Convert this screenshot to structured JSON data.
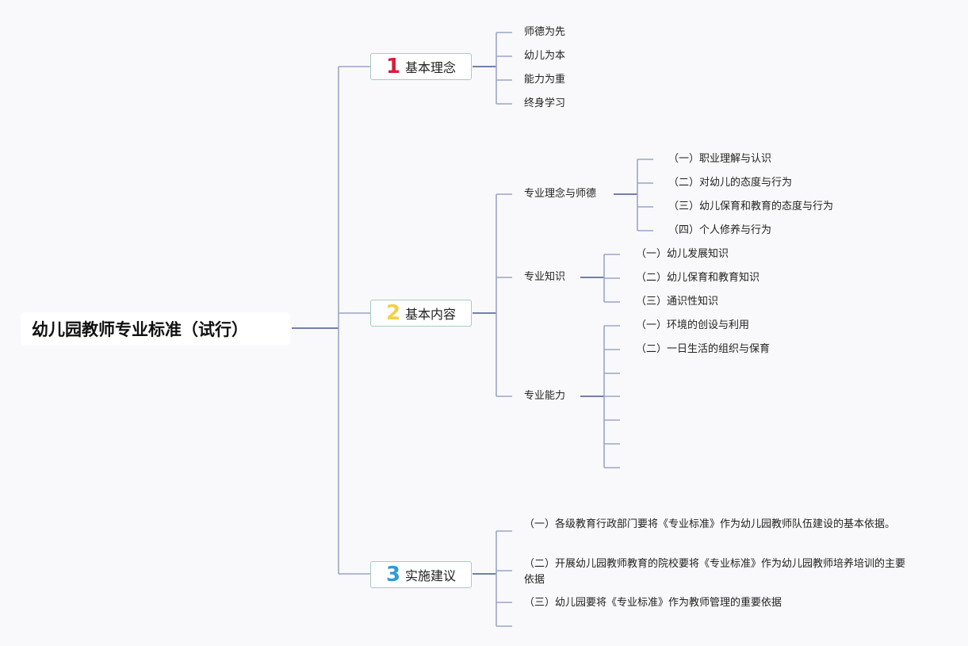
{
  "title": "幼儿园教师专业标准（试行）",
  "colors": {
    "background": "#f9f9fb",
    "line": "#9ba6c6",
    "line_dark": "#46598f",
    "box_border": "#a7cbbd",
    "badge_1": "#d81e3a",
    "badge_2": "#f3d04a",
    "badge_3": "#2f9ad8"
  },
  "branches": [
    {
      "number": "1",
      "label": "基本理念",
      "children": [
        {
          "label": "师德为先"
        },
        {
          "label": "幼儿为本"
        },
        {
          "label": "能力为重"
        },
        {
          "label": "终身学习"
        }
      ]
    },
    {
      "number": "2",
      "label": "基本内容",
      "children": [
        {
          "label": "专业理念与师德",
          "children": [
            "（一）职业理解与认识",
            "（二）对幼儿的态度与行为",
            "（三）幼儿保育和教育的态度与行为",
            "（四）个人修养与行为"
          ]
        },
        {
          "label": "专业知识",
          "children": [
            "（一）幼儿发展知识",
            "（二）幼儿保育和教育知识",
            "（三）通识性知识"
          ]
        },
        {
          "label": "专业能力",
          "children": [
            "（一）环境的创设与利用",
            "（二）一日生活的组织与保育",
            "",
            "",
            "",
            "",
            ""
          ]
        }
      ]
    },
    {
      "number": "3",
      "label": "实施建议",
      "children": [
        {
          "label": "（一）各级教育行政部门要将《专业标准》作为幼儿园教师队伍建设的基本依据。"
        },
        {
          "label": "（二）开展幼儿园教师教育的院校要将《专业标准》作为幼儿园教师培养培训的主要依据"
        },
        {
          "label": "（三）幼儿园要将《专业标准》作为教师管理的重要依据"
        },
        {
          "label": ""
        }
      ]
    }
  ]
}
